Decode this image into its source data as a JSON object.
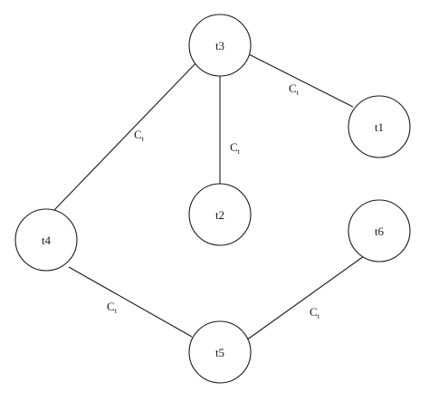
{
  "nodes": [
    {
      "id": "t3",
      "label": "t3"
    },
    {
      "id": "t1",
      "label": "t1"
    },
    {
      "id": "t2",
      "label": "t2"
    },
    {
      "id": "t4",
      "label": "t4"
    },
    {
      "id": "t5",
      "label": "t5"
    },
    {
      "id": "t6",
      "label": "t6"
    }
  ],
  "edges": [
    {
      "from": "t3",
      "to": "t1",
      "label_main": "C",
      "label_sub": "t"
    },
    {
      "from": "t3",
      "to": "t2",
      "label_main": "C",
      "label_sub": "t"
    },
    {
      "from": "t3",
      "to": "t4",
      "label_main": "C",
      "label_sub": "t"
    },
    {
      "from": "t4",
      "to": "t5",
      "label_main": "C",
      "label_sub": "t"
    },
    {
      "from": "t5",
      "to": "t6",
      "label_main": "C",
      "label_sub": "t"
    }
  ]
}
